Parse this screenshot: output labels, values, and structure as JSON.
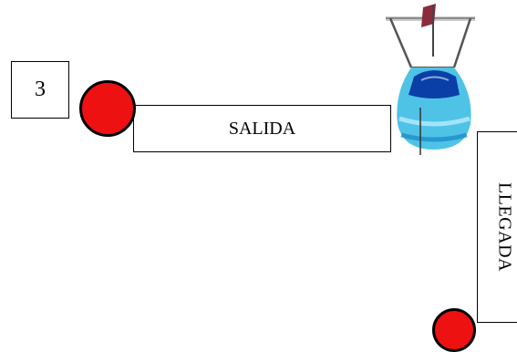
{
  "number_label": "3",
  "start_label": "SALIDA",
  "end_label": "LLEGADA",
  "icons": {
    "gondola": "cable-car-gondola-icon",
    "start_marker": "red-circle",
    "end_marker": "red-circle"
  },
  "colors": {
    "marker": "#ee1111",
    "gondola_body": "#4fc3e6",
    "gondola_window": "#0a3fa8",
    "gondola_frame": "#555555",
    "gondola_hanger": "#8a2c3c"
  }
}
